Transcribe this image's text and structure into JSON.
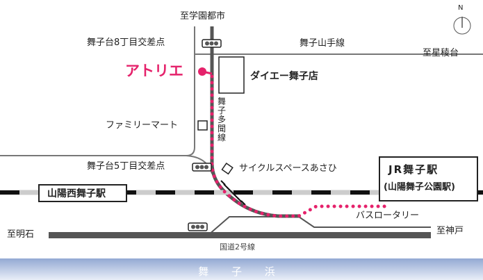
{
  "labels": {
    "to_gakuen_toshi": "至学園都市",
    "intersection_8": "舞子台8丁目交差点",
    "maiko_yamate_line": "舞子山手線",
    "to_seiryodai": "至星稜台",
    "atelier": "アトリエ",
    "daiei": "ダイエー舞子店",
    "maiko_tamon_line": "舞子多聞線",
    "family_mart": "ファミリーマート",
    "intersection_5": "舞子台5丁目交差点",
    "cycle_space": "サイクルスペースあさひ",
    "sanyo_nishi_maiko": "山陽西舞子駅",
    "jr_maiko": "JR舞子駅",
    "sanyo_maiko_koen": "(山陽舞子公園駅)",
    "bus_rotary": "バスロータリー",
    "to_akashi": "至明石",
    "to_kobe": "至神戸",
    "route2": "国道2号線",
    "maiko_beach": "舞 子 浜",
    "compass_n": "N"
  },
  "colors": {
    "route": "#e5226b",
    "road": "#555555",
    "sea": "#93a9d3"
  }
}
